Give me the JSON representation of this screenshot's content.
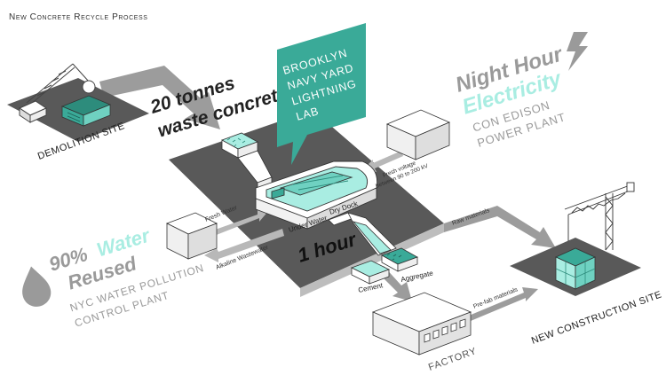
{
  "title": "New Concrete Recycle Process",
  "colors": {
    "teal": "#3aaa98",
    "teal_light": "#a9ede2",
    "dark_platform": "#595959",
    "grey_arrow": "#9c9c9c",
    "text_dark": "#222222",
    "text_grey": "#9a9a9a"
  },
  "demolition": {
    "label": "DEMOLITION SITE"
  },
  "waste": {
    "line1": "20 tonnes",
    "line2": "waste concrete"
  },
  "lab": {
    "lines": [
      "BROOKLYN",
      "NAVY YARD",
      "LIGHTNING",
      "LAB"
    ]
  },
  "power": {
    "line1": "Night Hour",
    "line2": "Electricity",
    "plant_line1": "CON EDISON",
    "plant_line2": "POWER PLANT",
    "voltage_line1": "Fresh voltage",
    "voltage_line2": "between 90 to 200 kV",
    "icon": "lightning-bolt-icon"
  },
  "water": {
    "percent": "90%",
    "word": "Water",
    "line2": "Reused",
    "plant_line1": "NYC WATER POLLUTION",
    "plant_line2": "CONTROL PLANT",
    "fresh_label": "Fresh Water",
    "waste_label": "Alkaline Wastewater",
    "icon": "water-drop-icon"
  },
  "process": {
    "under_water": "Under Water",
    "dry_dock": "Dry Dock",
    "duration": "1 hour",
    "cement": "Cement",
    "aggregate": "Aggregate"
  },
  "flows": {
    "raw_materials": "Raw materials",
    "prefab": "Pre-fab materials"
  },
  "factory": {
    "label": "FACTORY"
  },
  "construction": {
    "label": "NEW CONSTRUCTION SITE"
  }
}
